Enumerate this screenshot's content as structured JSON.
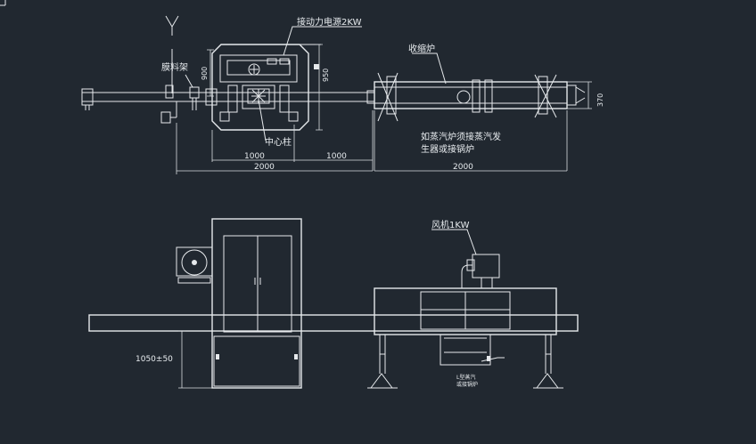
{
  "plan_view": {
    "power_label": "接动力电源2KW",
    "film_rack_label": "膜料架",
    "shrink_oven_label": "收缩炉",
    "center_column_label": "中心柱",
    "steam_note_line1": "如蒸汽炉须接蒸汽发",
    "steam_note_line2": "生器或接锅炉",
    "dim_900": "900",
    "dim_950": "950",
    "dim_370": "370",
    "dim_1000_a": "1000",
    "dim_1000_b": "1000",
    "dim_2000_a": "2000",
    "dim_2000_b": "2000"
  },
  "elevation_view": {
    "fan_label": "风机1KW",
    "height_dim": "1050±50",
    "small_note_line1": "L型蒸汽",
    "small_note_line2": "或接锅炉"
  },
  "colors": {
    "background": "#212830",
    "lines": "#e6e9ec"
  }
}
